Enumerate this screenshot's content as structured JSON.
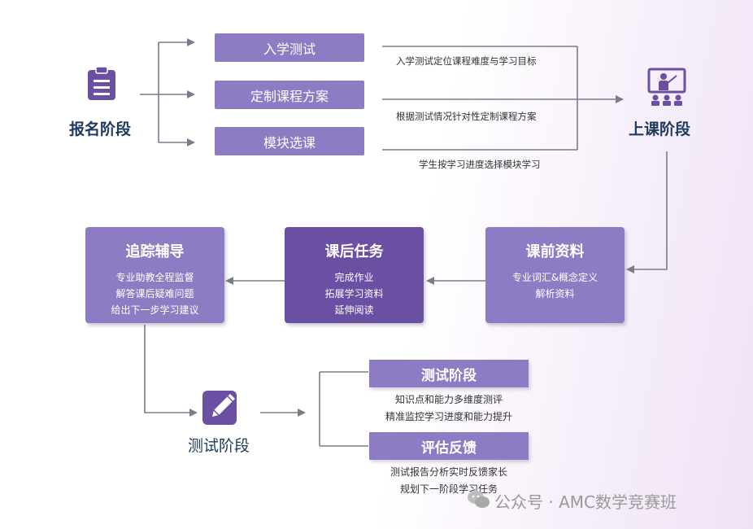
{
  "enroll": {
    "label": "报名阶段",
    "icon": "clipboard-icon",
    "options": [
      "入学测试",
      "定制课程方案",
      "模块选课"
    ],
    "notes": [
      "入学测试定位课程难度与学习目标",
      "根据测试情况针对性定制课程方案",
      "学生按学习进度选择模块学习"
    ]
  },
  "class": {
    "label": "上课阶段",
    "icon": "classroom-presentation-icon"
  },
  "preclass": {
    "title": "课前资料",
    "lines": [
      "专业词汇&概念定义",
      "解析资料"
    ]
  },
  "homework": {
    "title": "课后任务",
    "lines": [
      "完成作业",
      "拓展学习资料",
      "延伸阅读"
    ]
  },
  "tracking": {
    "title": "追踪辅导",
    "lines": [
      "专业助教全程监督",
      "解答课后疑难问题",
      "给出下一步学习建议"
    ]
  },
  "test": {
    "label": "测试阶段",
    "icon": "edit-pencil-icon",
    "eval": {
      "title": "测试阶段",
      "lines": [
        "知识点和能力多维度测评",
        "精准监控学习进度和能力提升"
      ]
    },
    "feedback": {
      "title": "评估反馈",
      "lines": [
        "测试报告分析实时反馈家长",
        "规划下一阶段学习任务"
      ]
    }
  },
  "watermark": {
    "text": "公众号 · AMC数学竞赛班",
    "icon": "wechat-icon"
  },
  "colors": {
    "accent": "#8d7cc3",
    "dark_accent": "#6a4fa3",
    "label": "#1e3a5c",
    "line": "#7b7b8a"
  }
}
